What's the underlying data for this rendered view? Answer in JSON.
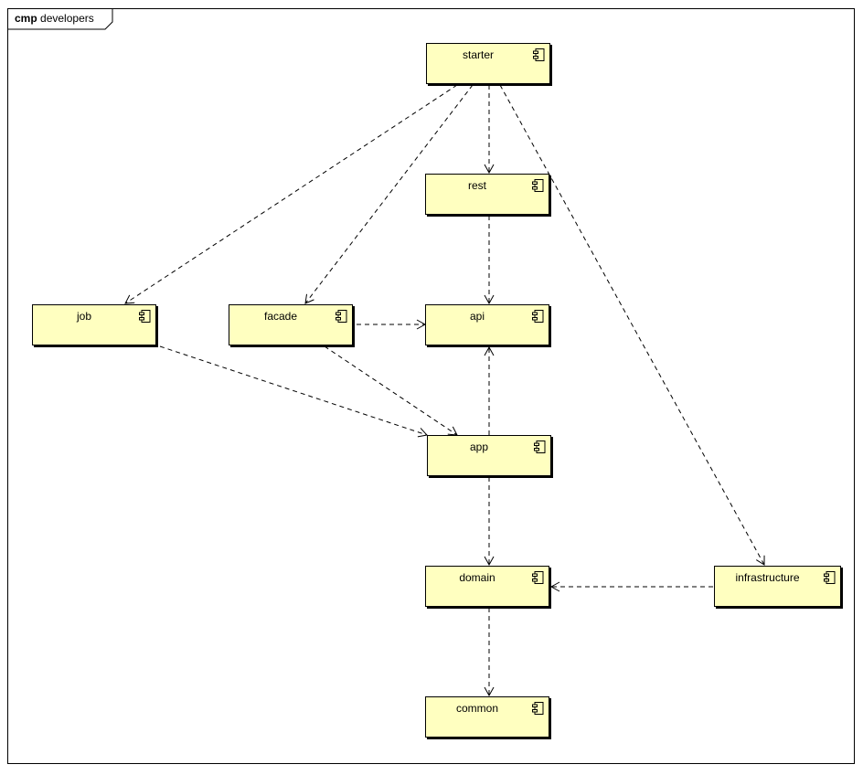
{
  "frame": {
    "kind": "cmp",
    "name": "developers"
  },
  "components": {
    "starter": "starter",
    "rest": "rest",
    "job": "job",
    "facade": "facade",
    "api": "api",
    "app": "app",
    "domain": "domain",
    "infrastructure": "infrastructure",
    "common": "common"
  },
  "dependencies": [
    {
      "from": "starter",
      "to": "rest"
    },
    {
      "from": "starter",
      "to": "job"
    },
    {
      "from": "starter",
      "to": "facade"
    },
    {
      "from": "starter",
      "to": "infrastructure"
    },
    {
      "from": "rest",
      "to": "api"
    },
    {
      "from": "facade",
      "to": "api"
    },
    {
      "from": "facade",
      "to": "app"
    },
    {
      "from": "job",
      "to": "app"
    },
    {
      "from": "app",
      "to": "api"
    },
    {
      "from": "app",
      "to": "domain"
    },
    {
      "from": "infrastructure",
      "to": "domain"
    },
    {
      "from": "domain",
      "to": "common"
    }
  ],
  "component_icon": "component-icon",
  "colors": {
    "component_fill": "#ffffc0",
    "line": "#000000"
  }
}
